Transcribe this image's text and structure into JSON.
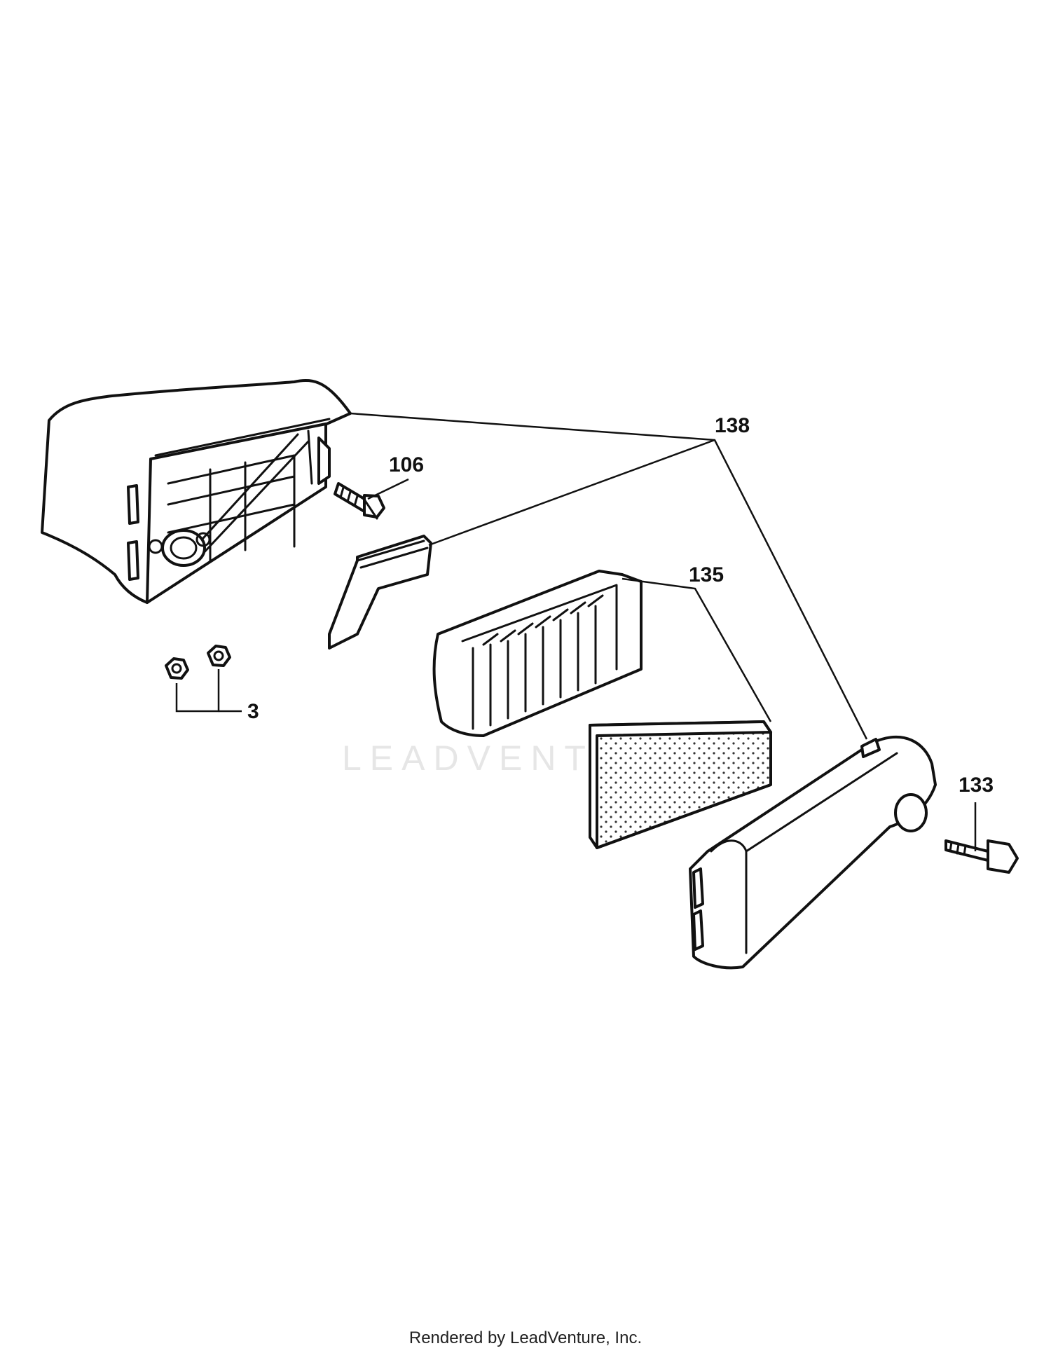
{
  "callouts": {
    "base": "138",
    "screw": "106",
    "filter": "135",
    "nuts": "3",
    "knob": "133"
  },
  "watermark": "LEADVENTURE",
  "footer": "Rendered by LeadVenture, Inc."
}
